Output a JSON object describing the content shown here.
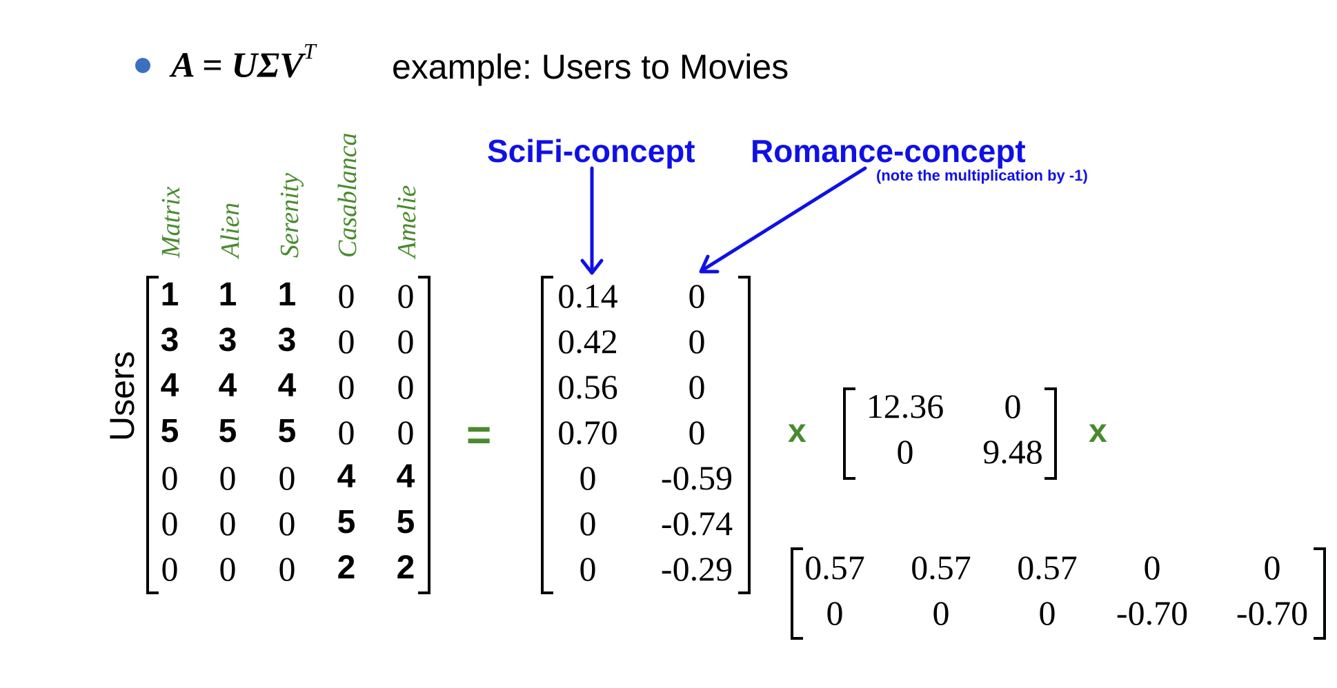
{
  "header": {
    "equation_main": "A = UΣV",
    "equation_sup": "T",
    "caption": "example: Users to Movies"
  },
  "movies": [
    "Matrix",
    "Alien",
    "Serenity",
    "Casablanca",
    "Amelie"
  ],
  "rows_label": "Users",
  "matrix_A": [
    [
      "1",
      "1",
      "1",
      "0",
      "0"
    ],
    [
      "3",
      "3",
      "3",
      "0",
      "0"
    ],
    [
      "4",
      "4",
      "4",
      "0",
      "0"
    ],
    [
      "5",
      "5",
      "5",
      "0",
      "0"
    ],
    [
      "0",
      "0",
      "0",
      "4",
      "4"
    ],
    [
      "0",
      "0",
      "0",
      "5",
      "5"
    ],
    [
      "0",
      "0",
      "0",
      "2",
      "2"
    ]
  ],
  "matrix_U": [
    [
      "0.14",
      "0"
    ],
    [
      "0.42",
      "0"
    ],
    [
      "0.56",
      "0"
    ],
    [
      "0.70",
      "0"
    ],
    [
      "0",
      "-0.59"
    ],
    [
      "0",
      "-0.74"
    ],
    [
      "0",
      "-0.29"
    ]
  ],
  "matrix_Sigma": [
    [
      "12.36",
      "0"
    ],
    [
      "0",
      "9.48"
    ]
  ],
  "matrix_VT": [
    [
      "0.57",
      "0.57",
      "0.57",
      "0",
      "0"
    ],
    [
      "0",
      "0",
      "0",
      "-0.70",
      "-0.70"
    ]
  ],
  "operators": {
    "equals": "=",
    "times1": "x",
    "times2": "x"
  },
  "annotations": {
    "scifi": "SciFi-concept",
    "romance": "Romance-concept",
    "romance_note": "(note the multiplication by -1)"
  },
  "colors": {
    "green": "#4a8a2f",
    "blue": "#1010e6",
    "bullet": "#3b6fc0"
  }
}
